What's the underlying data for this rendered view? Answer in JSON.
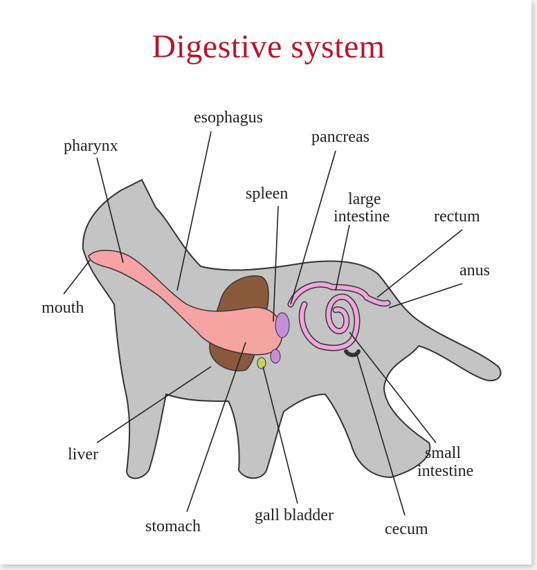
{
  "title": "Digestive system",
  "labels": {
    "pharynx": "pharynx",
    "esophagus": "esophagus",
    "pancreas": "pancreas",
    "spleen": "spleen",
    "large_intestine_1": "large",
    "large_intestine_2": "intestine",
    "rectum": "rectum",
    "anus": "anus",
    "mouth": "mouth",
    "liver": "liver",
    "stomach": "stomach",
    "gall_bladder": "gall bladder",
    "cecum": "cecum",
    "small_intestine_1": "small",
    "small_intestine_2": "intestine"
  },
  "colors": {
    "title": "#b3182b",
    "body": "#c4c4c4",
    "digestive_tract": "#f5a3a3",
    "liver": "#8a5a3c",
    "spleen": "#c58fd6",
    "gall_bladder": "#c9d45a",
    "intestine": "#f0a6df"
  }
}
